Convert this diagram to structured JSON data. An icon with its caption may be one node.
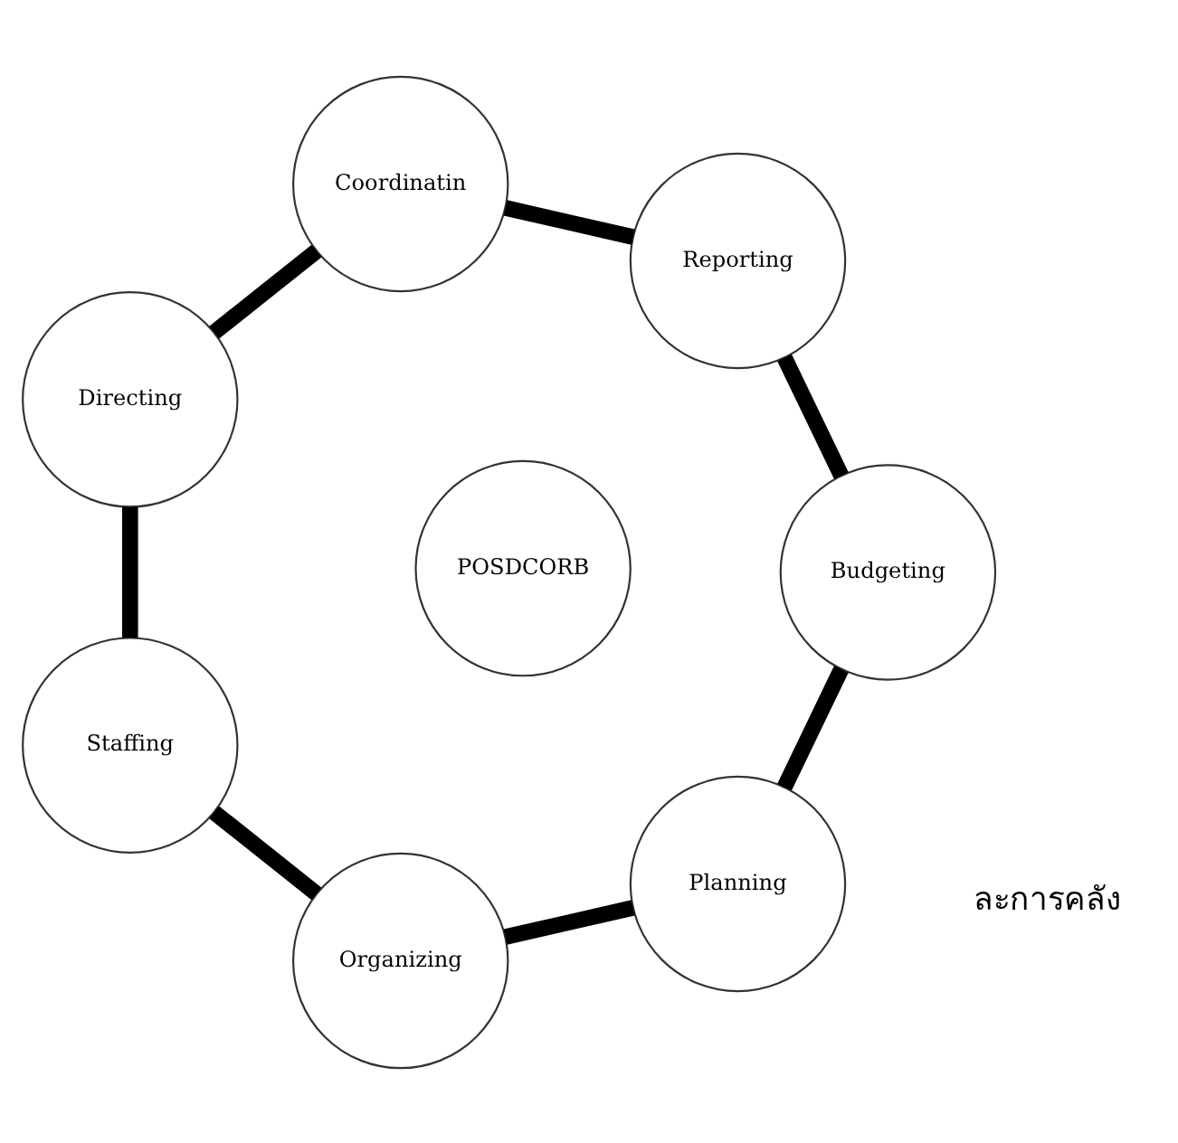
{
  "diagram": {
    "nodes": [
      {
        "text": [
          "Planning"
        ]
      },
      {
        "text": [
          "Budgeting"
        ]
      },
      {
        "text": [
          "Organizing"
        ]
      },
      {
        "text": [
          "POSDCORB"
        ]
      },
      {
        "text": [
          "Reporting"
        ]
      },
      {
        "text": [
          "Staffing"
        ]
      },
      {
        "text": [
          "Coordinatin"
        ]
      },
      {
        "text": [
          "Directing"
        ]
      }
    ],
    "edges": [
      {
        "from": 0,
        "to": 2,
        "arrow": "none"
      },
      {
        "from": 2,
        "to": 5,
        "arrow": "none"
      },
      {
        "from": 5,
        "to": 7,
        "arrow": "none"
      },
      {
        "from": 7,
        "to": 6,
        "arrow": "none"
      },
      {
        "from": 6,
        "to": 4,
        "arrow": "none"
      },
      {
        "from": 4,
        "to": 1,
        "arrow": "none"
      },
      {
        "from": 1,
        "to": 0,
        "arrow": "none"
      }
    ],
    "labels": [
      "ละการคลัง"
    ]
  }
}
